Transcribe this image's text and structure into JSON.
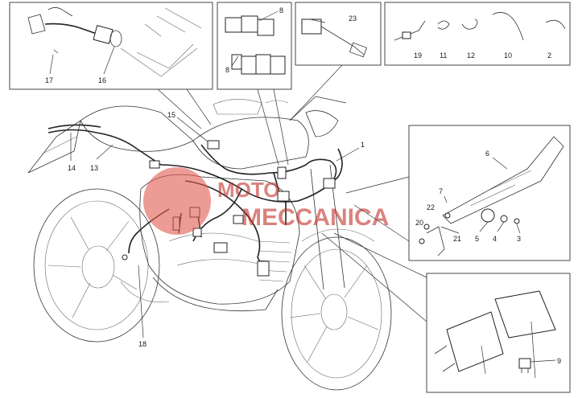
{
  "labels": {
    "l1": "1",
    "l2": "2",
    "l3": "3",
    "l4": "4",
    "l5": "5",
    "l6": "6",
    "l7": "7",
    "l8a": "8",
    "l8b": "8",
    "l9": "9",
    "l10": "10",
    "l11": "11",
    "l12": "12",
    "l13": "13",
    "l14": "14",
    "l15": "15",
    "l16": "16",
    "l17": "17",
    "l18": "18",
    "l19": "19",
    "l20": "20",
    "l21": "21",
    "l22": "22",
    "l23": "23"
  },
  "watermark": {
    "line1": "MOTO",
    "line2": "MECCANICA",
    "color": "#c0302a"
  }
}
